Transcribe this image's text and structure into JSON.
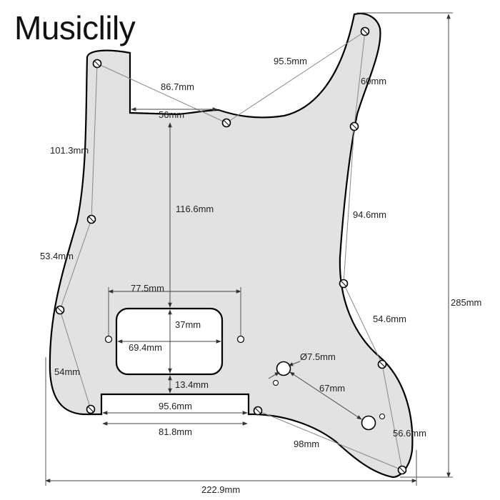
{
  "brand": {
    "name": "Musiclily",
    "color": "#111111"
  },
  "colors": {
    "plate_fill": "#e2e2e2",
    "plate_stroke": "#000000",
    "dimension_line": "#444444",
    "hole_fill": "#ffffff"
  },
  "dimensions": {
    "overall_width": "222.9mm",
    "overall_height": "285mm",
    "neck_to_horn": "95.5mm",
    "horn_to_upper_right": "60mm",
    "neck_hole_span": "86.7mm",
    "neck_pocket_width": "56mm",
    "left_upper_edge": "101.3mm",
    "neck_to_pickup": "116.6mm",
    "right_mid": "94.6mm",
    "left_mid": "53.4mm",
    "pickup_mount_span": "77.5mm",
    "pickup_height": "37mm",
    "pickup_width": "69.4mm",
    "jack_diameter": "Ø7.5mm",
    "right_lower": "54.6mm",
    "left_lower": "54mm",
    "pickup_to_slot": "13.4mm",
    "control_span": "67mm",
    "slot_outer_width": "95.6mm",
    "slot_inner_width": "81.8mm",
    "bottom_hole_span": "98mm",
    "bottom_right": "56.6mm"
  }
}
